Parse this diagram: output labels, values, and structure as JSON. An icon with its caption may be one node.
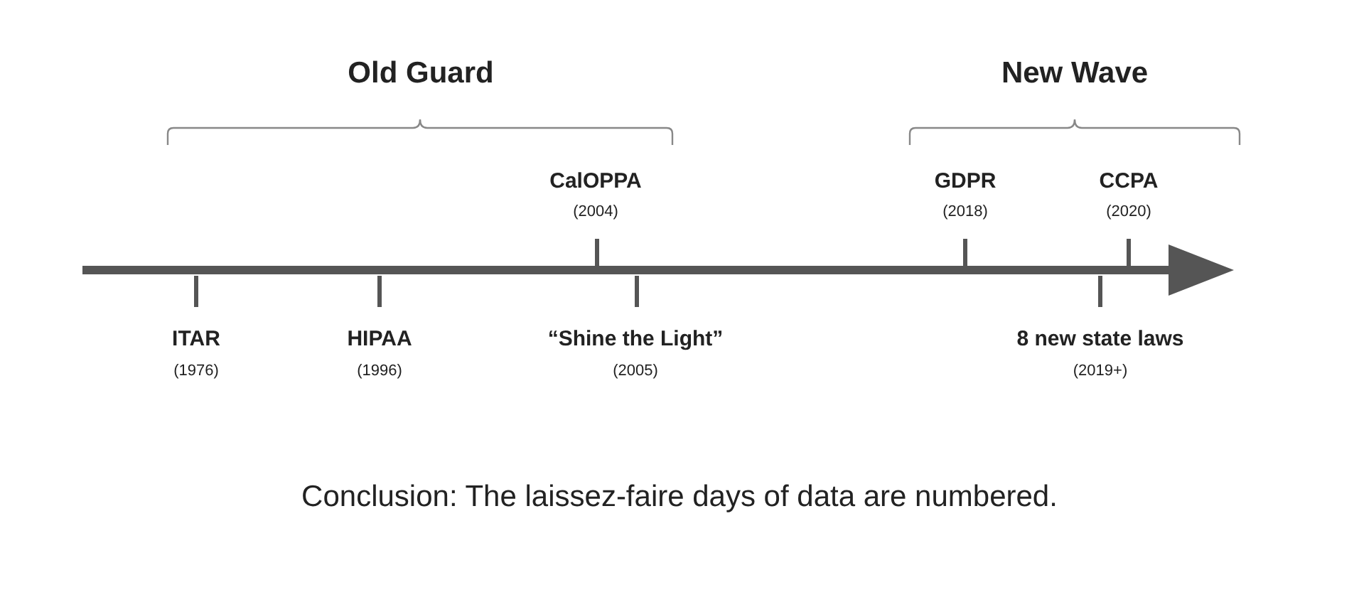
{
  "diagram": {
    "caption": "Conclusion: The laissez-faire days of data are numbered.",
    "labels": [
      "Old Guard",
      "New Wave",
      "CalOPPA",
      "(2004)",
      "GDPR",
      "(2018)",
      "CCPA",
      "(2020)",
      "ITAR",
      "(1976)",
      "HIPAA",
      "(1996)",
      "“Shine the Light”",
      "(2005)",
      "8 new state laws",
      "(2019+)"
    ]
  }
}
